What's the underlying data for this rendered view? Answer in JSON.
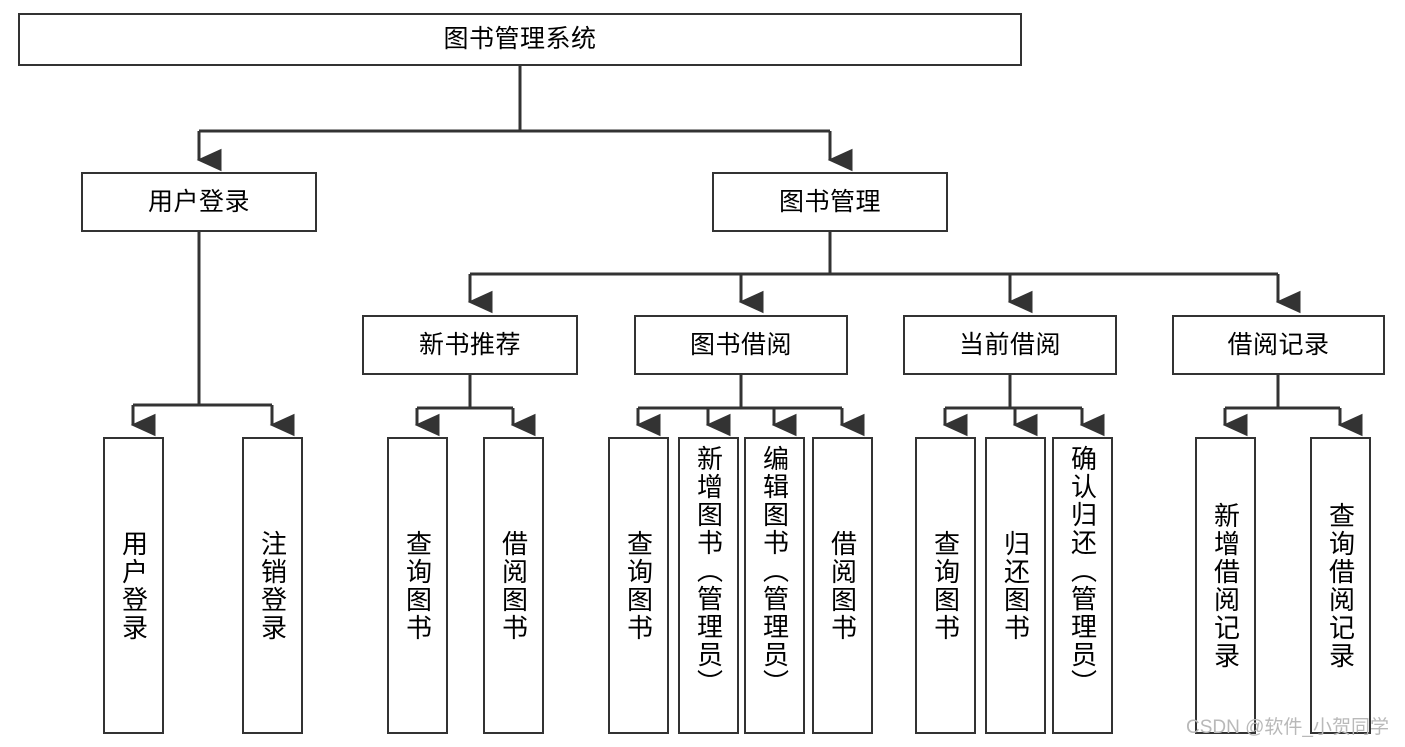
{
  "diagram": {
    "title": "图书管理系统",
    "type": "tree",
    "orientation": "top-down",
    "colors": {
      "box_border": "#333333",
      "box_fill": "#ffffff",
      "connector": "#333333",
      "text": "#000000",
      "watermark": "#b9b9b9"
    },
    "root": {
      "label": "图书管理系统"
    },
    "level2": [
      {
        "label": "用户登录"
      },
      {
        "label": "图书管理"
      }
    ],
    "level3": [
      {
        "label": "新书推荐"
      },
      {
        "label": "图书借阅"
      },
      {
        "label": "当前借阅"
      },
      {
        "label": "借阅记录"
      }
    ],
    "leaves": {
      "user_login": [
        {
          "label": "用户登录"
        },
        {
          "label": "注销登录"
        }
      ],
      "new_book_recommend": [
        {
          "label": "查询图书"
        },
        {
          "label": "借阅图书"
        }
      ],
      "book_borrow": [
        {
          "label": "查询图书"
        },
        {
          "label": "新增图书（管理员）"
        },
        {
          "label": "编辑图书（管理员）"
        },
        {
          "label": "借阅图书"
        }
      ],
      "current_borrow": [
        {
          "label": "查询图书"
        },
        {
          "label": "归还图书"
        },
        {
          "label": "确认归还（管理员）"
        }
      ],
      "borrow_record": [
        {
          "label": "新增借阅记录"
        },
        {
          "label": "查询借阅记录"
        }
      ]
    },
    "watermark": "CSDN @软件_小贺同学"
  }
}
